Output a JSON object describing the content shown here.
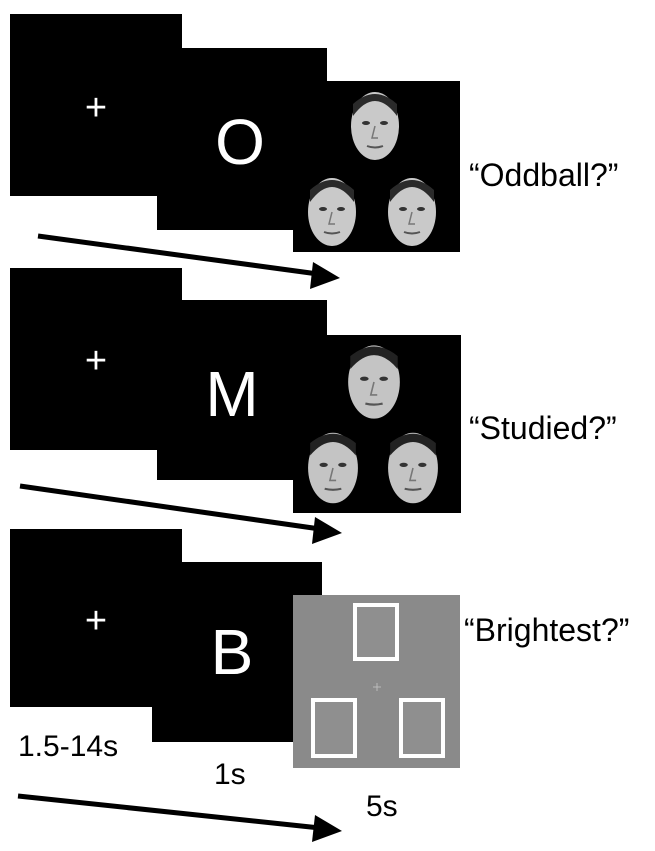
{
  "trials": [
    {
      "fixation": "+",
      "cue": "O",
      "stimulus": "faces",
      "question": "“Oddball?”"
    },
    {
      "fixation": "+",
      "cue": "M",
      "stimulus": "faces",
      "question": "“Studied?”"
    },
    {
      "fixation": "+",
      "cue": "B",
      "stimulus": "rectangles",
      "question": "“Brightest?”"
    }
  ],
  "timing": {
    "fixation": "1.5-14s",
    "cue": "1s",
    "stimulus": "5s"
  },
  "colors": {
    "screen": "#000000",
    "arrow": "#000000",
    "gray_panel": "#8a8a8a",
    "rect_fill": "#8f8f8f",
    "rect_border": "#ffffff"
  }
}
